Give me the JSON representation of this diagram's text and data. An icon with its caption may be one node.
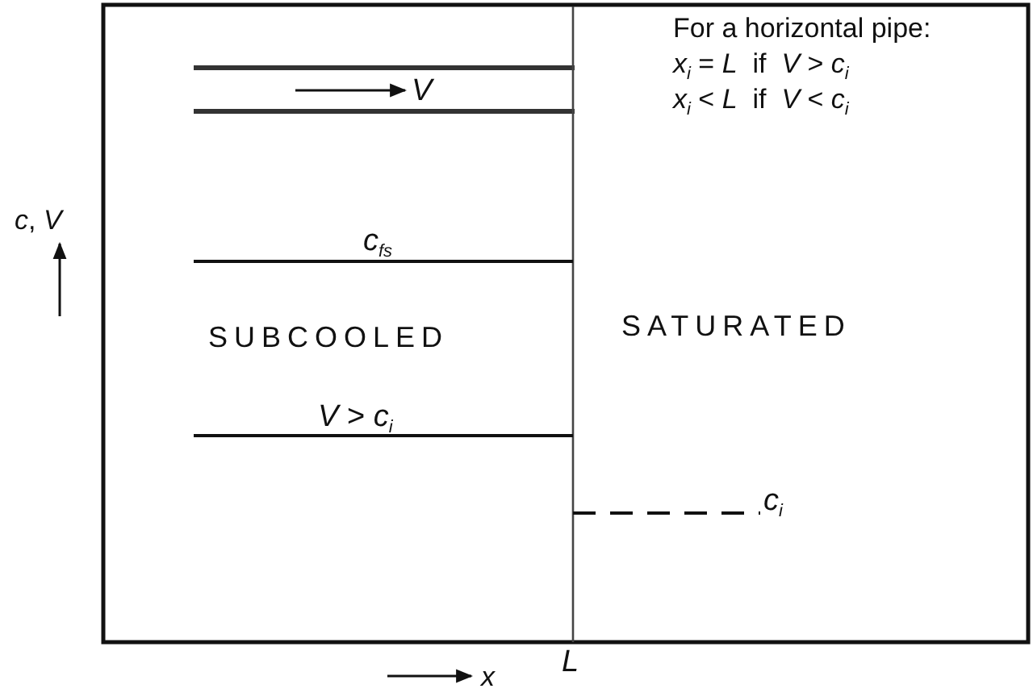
{
  "diagram": {
    "labels": [
      "For a horizontal pipe:",
      "*x*$_{i}$ = *L*  if  *V* > *c*$_{i}$",
      "*x*$_{i}$ < *L*  if  *V* < *c*$_{i}$",
      "*V*",
      "*c*, *V*",
      "*c*$_{fs}$",
      "SUBCOOLED",
      "SATURATED",
      "*V* > *c*$_{i}$",
      "*c*$_{i}$",
      "*L*",
      "*x*"
    ]
  }
}
